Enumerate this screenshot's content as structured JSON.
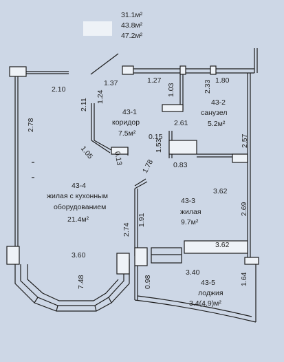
{
  "summary": {
    "areas": [
      "31.1м²",
      "43.8м²",
      "47.2м²"
    ]
  },
  "rooms": [
    {
      "id": "43-1",
      "name": "коридор",
      "area": "7.5м²"
    },
    {
      "id": "43-2",
      "name": "санузел",
      "area": "5.2м²"
    },
    {
      "id": "43-3",
      "name": "жилая",
      "area": "9.7м²"
    },
    {
      "id": "43-4",
      "name_line1": "жилая с кухонным",
      "name_line2": "оборудованием",
      "area": "21.4м²"
    },
    {
      "id": "43-5",
      "name": "лоджия",
      "area": "3.4(4.9)м²"
    }
  ],
  "dimensions": {
    "d_2_10": "2.10",
    "d_2_78": "2.78",
    "d_2_11": "2.11",
    "d_1_24": "1.24",
    "d_1_37": "1.37",
    "d_1_27": "1.27",
    "d_1_03": "1.03",
    "d_2_33": "2.33",
    "d_1_80": "1.80",
    "d_2_61": "2.61",
    "d_0_15": "0.15",
    "d_1_53": "1.53",
    "d_2_57": "2.57",
    "d_1_05": "1.05",
    "d_0_13": "0.13",
    "d_1_78": "1.78",
    "d_0_83": "0.83",
    "d_3_62_upper": "3.62",
    "d_2_69": "2.69",
    "d_1_91": "1.91",
    "d_2_74": "2.74",
    "d_3_62_lower": "3.62",
    "d_3_60": "3.60",
    "d_7_48": "7.48",
    "d_0_98": "0.98",
    "d_3_40": "3.40",
    "d_1_64": "1.64"
  }
}
